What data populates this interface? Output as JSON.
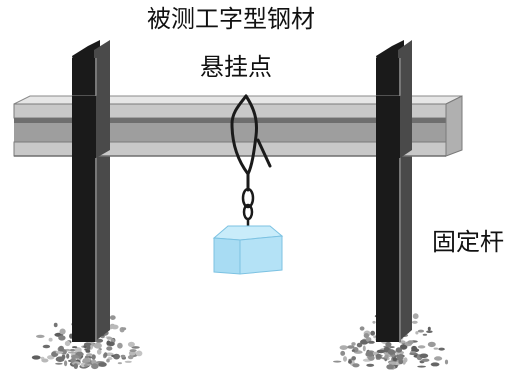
{
  "labels": {
    "beam_under_test": "被测工字型钢材",
    "hanging_point": "悬挂点",
    "fixed_rod": "固定杆"
  },
  "colors": {
    "beam_light": "#d9d9d9",
    "beam_mid": "#bdbdbd",
    "beam_dark": "#6e6e6e",
    "post_black": "#1a1a1a",
    "post_edge": "#5a5a5a",
    "weight_blue": "#a8dcf3",
    "weight_top": "#c9ecfa",
    "gravel": "#9a9a9a"
  }
}
